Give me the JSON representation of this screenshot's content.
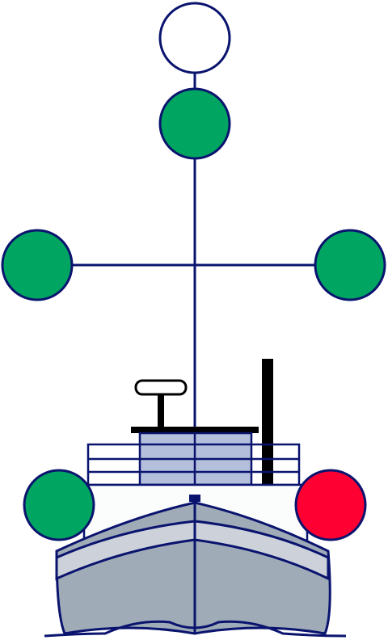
{
  "colors": {
    "line": "#0a146e",
    "light_green": "#00a561",
    "light_red": "#ff0033",
    "light_white": "#ffffff",
    "hull": "#a0abb8",
    "hull_band": "#cdd2da",
    "deckhouse": "#b3bfdb",
    "mast_black": "#000000",
    "deck_white": "#fbfdfd"
  },
  "mast_lights": [
    {
      "position": "masthead-top",
      "color": "white"
    },
    {
      "position": "masthead-second",
      "color": "green"
    },
    {
      "position": "yardarm-port",
      "color": "green"
    },
    {
      "position": "yardarm-starboard",
      "color": "green"
    }
  ],
  "sidelights": [
    {
      "side": "port",
      "color": "green"
    },
    {
      "side": "starboard",
      "color": "red"
    }
  ]
}
